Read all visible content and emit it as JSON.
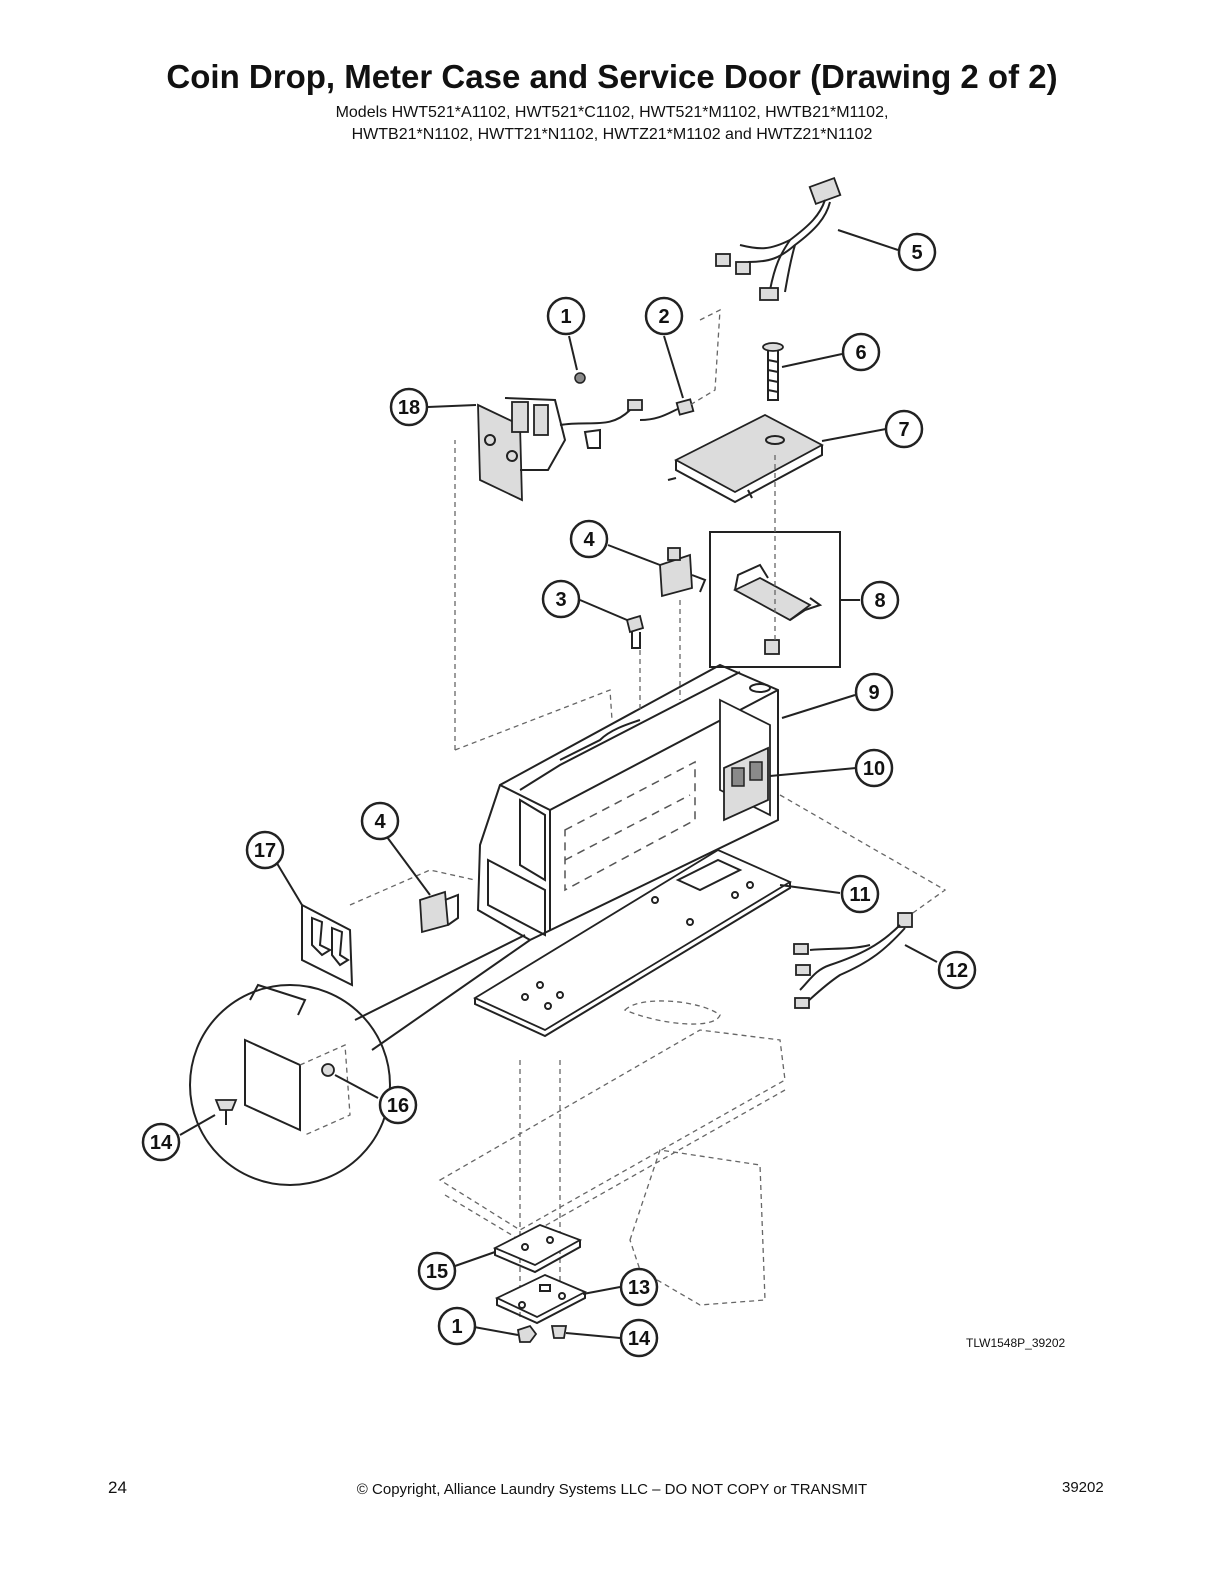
{
  "header": {
    "title": "Coin Drop, Meter Case and Service Door (Drawing 2 of 2)",
    "models_line1": "Models HWT521*A1102, HWT521*C1102, HWT521*M1102, HWTB21*M1102,",
    "models_line2": "HWTB21*N1102, HWTT21*N1102, HWTZ21*M1102 and HWTZ21*N1102"
  },
  "callouts": [
    "1",
    "2",
    "18",
    "5",
    "6",
    "7",
    "4",
    "3",
    "8",
    "9",
    "10",
    "4",
    "17",
    "11",
    "12",
    "16",
    "14",
    "15",
    "13",
    "1",
    "14"
  ],
  "drawing_id": "TLW1548P_39202",
  "footer": {
    "page_number": "24",
    "copyright": "© Copyright, Alliance Laundry Systems LLC – DO NOT COPY or TRANSMIT",
    "doc_number": "39202"
  }
}
